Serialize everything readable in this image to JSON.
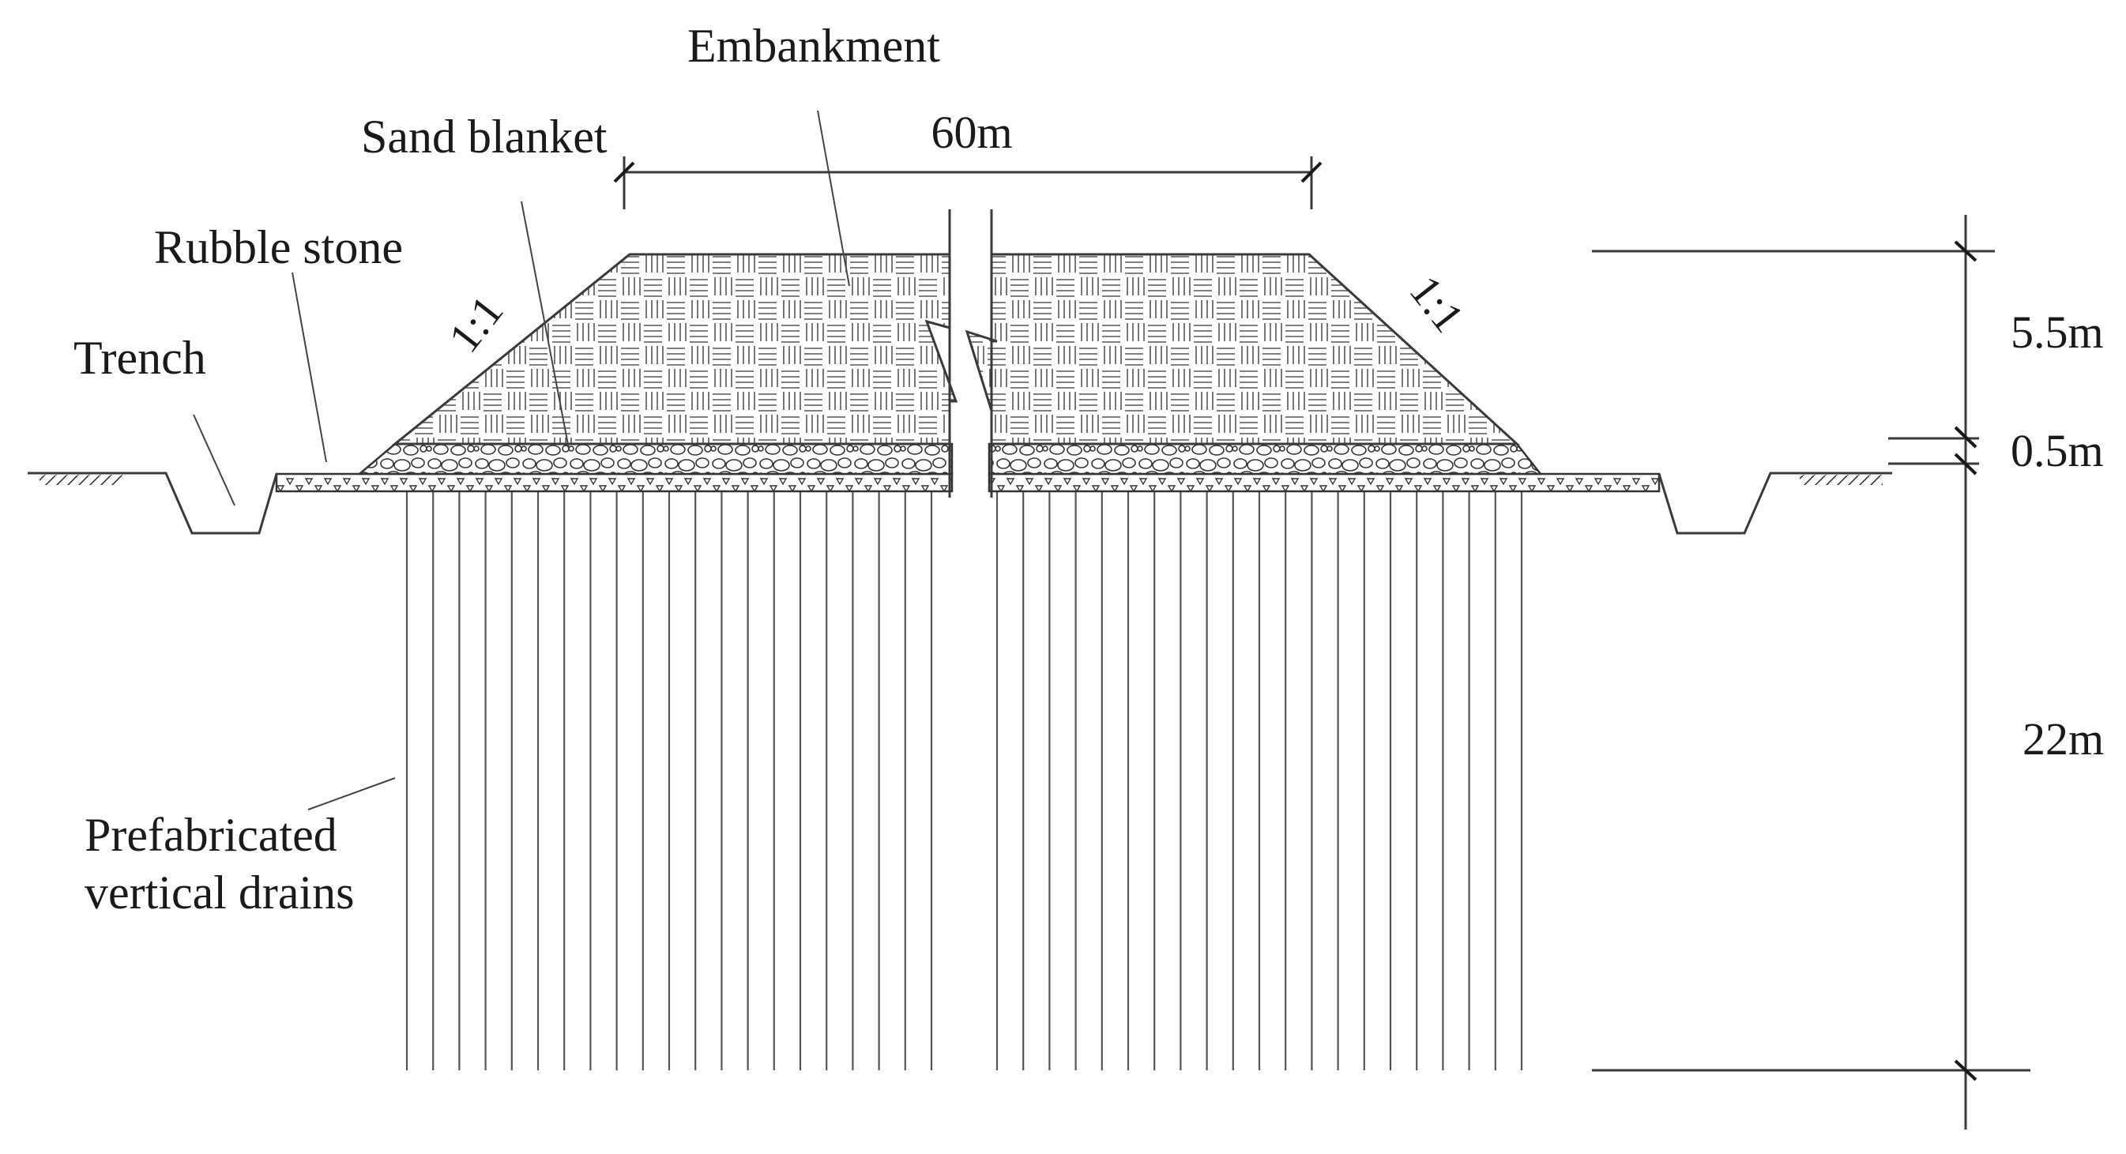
{
  "diagram": {
    "labels": {
      "embankment": "Embankment",
      "sand_blanket": "Sand blanket",
      "rubble_stone": "Rubble stone",
      "trench": "Trench",
      "pvd_line1": "Prefabricated",
      "pvd_line2": "vertical drains"
    },
    "dimensions": {
      "crest_width": "60m",
      "embankment_height": "5.5m",
      "sand_blanket_thickness": "0.5m",
      "drain_depth": "22m"
    },
    "slopes": {
      "left": "1:1",
      "right": "1:1"
    },
    "colors": {
      "line": "#3a3a3a",
      "text": "#1a1a1a",
      "background": "#ffffff"
    }
  }
}
